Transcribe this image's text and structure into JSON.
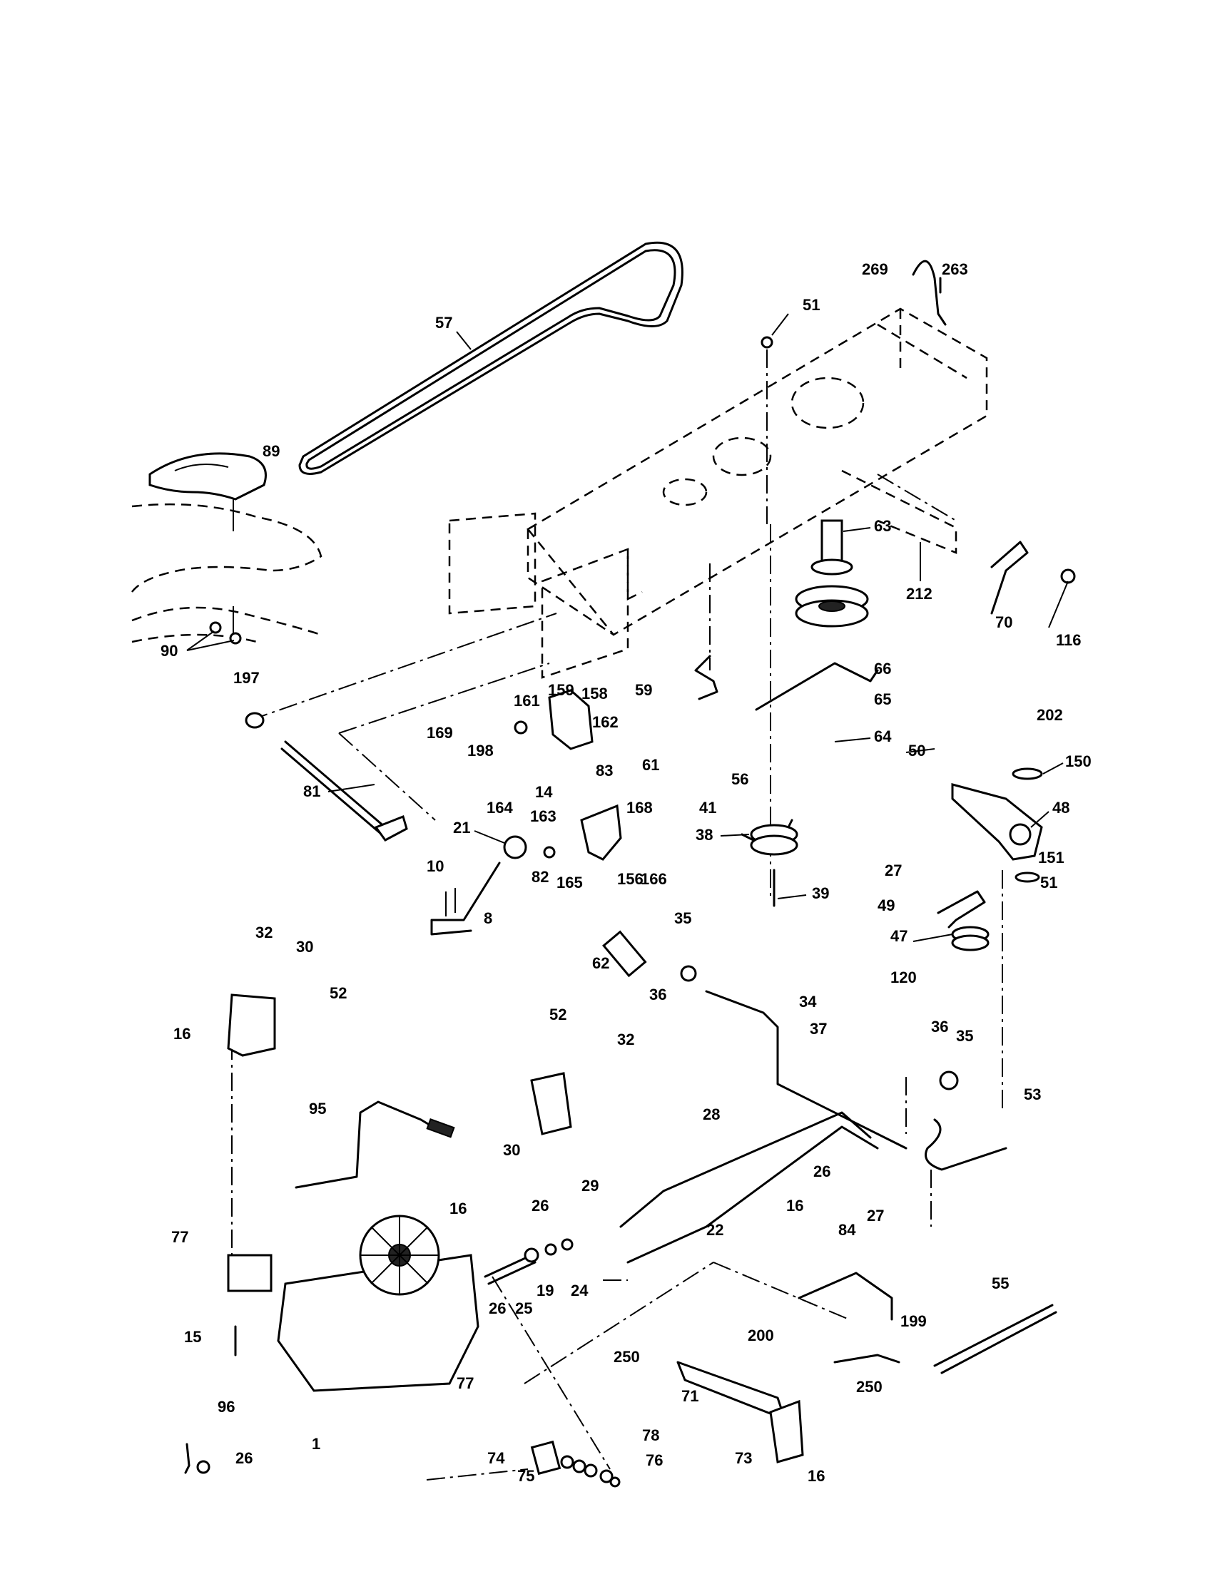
{
  "diagram": {
    "callouts": [
      {
        "id": "57",
        "label": "57"
      },
      {
        "id": "269",
        "label": "269"
      },
      {
        "id": "263",
        "label": "263"
      },
      {
        "id": "51a",
        "label": "51"
      },
      {
        "id": "89",
        "label": "89"
      },
      {
        "id": "63",
        "label": "63"
      },
      {
        "id": "212",
        "label": "212"
      },
      {
        "id": "70",
        "label": "70"
      },
      {
        "id": "116",
        "label": "116"
      },
      {
        "id": "90",
        "label": "90"
      },
      {
        "id": "66",
        "label": "66"
      },
      {
        "id": "65",
        "label": "65"
      },
      {
        "id": "64",
        "label": "64"
      },
      {
        "id": "202",
        "label": "202"
      },
      {
        "id": "150",
        "label": "150"
      },
      {
        "id": "50",
        "label": "50"
      },
      {
        "id": "197",
        "label": "197"
      },
      {
        "id": "161",
        "label": "161"
      },
      {
        "id": "159",
        "label": "159"
      },
      {
        "id": "158",
        "label": "158"
      },
      {
        "id": "59",
        "label": "59"
      },
      {
        "id": "169",
        "label": "169"
      },
      {
        "id": "162",
        "label": "162"
      },
      {
        "id": "198",
        "label": "198"
      },
      {
        "id": "61",
        "label": "61"
      },
      {
        "id": "56",
        "label": "56"
      },
      {
        "id": "83",
        "label": "83"
      },
      {
        "id": "41",
        "label": "41"
      },
      {
        "id": "81",
        "label": "81"
      },
      {
        "id": "164",
        "label": "164"
      },
      {
        "id": "14",
        "label": "14"
      },
      {
        "id": "48",
        "label": "48"
      },
      {
        "id": "163",
        "label": "163"
      },
      {
        "id": "168",
        "label": "168"
      },
      {
        "id": "21",
        "label": "21"
      },
      {
        "id": "38",
        "label": "38"
      },
      {
        "id": "82",
        "label": "82"
      },
      {
        "id": "156",
        "label": "156"
      },
      {
        "id": "166",
        "label": "166"
      },
      {
        "id": "165",
        "label": "165"
      },
      {
        "id": "27a",
        "label": "27"
      },
      {
        "id": "151",
        "label": "151"
      },
      {
        "id": "10",
        "label": "10"
      },
      {
        "id": "51b",
        "label": "51"
      },
      {
        "id": "39",
        "label": "39"
      },
      {
        "id": "49",
        "label": "49"
      },
      {
        "id": "8",
        "label": "8"
      },
      {
        "id": "35a",
        "label": "35"
      },
      {
        "id": "47",
        "label": "47"
      },
      {
        "id": "32a",
        "label": "32"
      },
      {
        "id": "30a",
        "label": "30"
      },
      {
        "id": "62",
        "label": "62"
      },
      {
        "id": "120",
        "label": "120"
      },
      {
        "id": "36a",
        "label": "36"
      },
      {
        "id": "52a",
        "label": "52"
      },
      {
        "id": "34",
        "label": "34"
      },
      {
        "id": "16a",
        "label": "16"
      },
      {
        "id": "52b",
        "label": "52"
      },
      {
        "id": "37",
        "label": "37"
      },
      {
        "id": "32b",
        "label": "32"
      },
      {
        "id": "36b",
        "label": "36"
      },
      {
        "id": "35b",
        "label": "35"
      },
      {
        "id": "53",
        "label": "53"
      },
      {
        "id": "95",
        "label": "95"
      },
      {
        "id": "28",
        "label": "28"
      },
      {
        "id": "30b",
        "label": "30"
      },
      {
        "id": "26a",
        "label": "26"
      },
      {
        "id": "29",
        "label": "29"
      },
      {
        "id": "27b",
        "label": "27"
      },
      {
        "id": "16b",
        "label": "16"
      },
      {
        "id": "26b",
        "label": "26"
      },
      {
        "id": "22",
        "label": "22"
      },
      {
        "id": "16c",
        "label": "16"
      },
      {
        "id": "84",
        "label": "84"
      },
      {
        "id": "77a",
        "label": "77"
      },
      {
        "id": "19",
        "label": "19"
      },
      {
        "id": "24",
        "label": "24"
      },
      {
        "id": "55",
        "label": "55"
      },
      {
        "id": "26c",
        "label": "26"
      },
      {
        "id": "25",
        "label": "25"
      },
      {
        "id": "199",
        "label": "199"
      },
      {
        "id": "15",
        "label": "15"
      },
      {
        "id": "200",
        "label": "200"
      },
      {
        "id": "250a",
        "label": "250"
      },
      {
        "id": "77b",
        "label": "77"
      },
      {
        "id": "71",
        "label": "71"
      },
      {
        "id": "250b",
        "label": "250"
      },
      {
        "id": "96",
        "label": "96"
      },
      {
        "id": "1",
        "label": "1"
      },
      {
        "id": "78",
        "label": "78"
      },
      {
        "id": "26d",
        "label": "26"
      },
      {
        "id": "74",
        "label": "74"
      },
      {
        "id": "73",
        "label": "73"
      },
      {
        "id": "76",
        "label": "76"
      },
      {
        "id": "75",
        "label": "75"
      },
      {
        "id": "16d",
        "label": "16"
      }
    ]
  }
}
